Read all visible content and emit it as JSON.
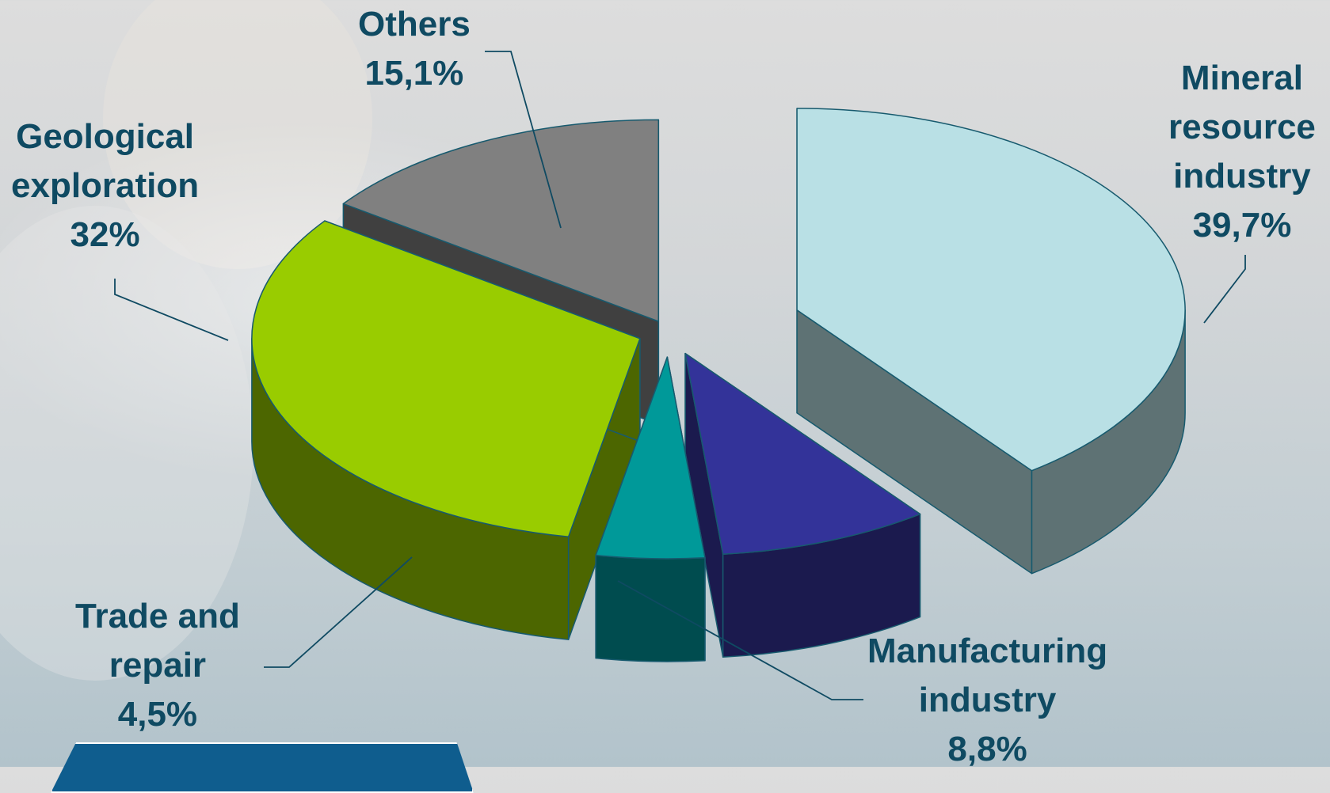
{
  "chart_data": {
    "type": "pie",
    "style": "3d-exploded",
    "slices": [
      {
        "label_lines": [
          "Mineral",
          "resource",
          "industry",
          "39,7%"
        ],
        "category": "Mineral resource industry",
        "value": 39.7,
        "display_value": "39,7%",
        "top_color": "#b9e0e5",
        "side_color": "#5e7274"
      },
      {
        "label_lines": [
          "Manufacturing",
          "industry",
          "8,8%"
        ],
        "category": "Manufacturing industry",
        "value": 8.8,
        "display_value": "8,8%",
        "top_color": "#333399",
        "side_color": "#1b1a4e"
      },
      {
        "label_lines": [
          "Trade and",
          "repair",
          "4,5%"
        ],
        "category": "Trade and repair",
        "value": 4.5,
        "display_value": "4,5%",
        "top_color": "#009999",
        "side_color": "#004c4f"
      },
      {
        "label_lines": [
          "Geological",
          "exploration",
          "32%"
        ],
        "category": "Geological exploration",
        "value": 32,
        "display_value": "32%",
        "top_color": "#99cc00",
        "side_color": "#4c6600"
      },
      {
        "label_lines": [
          "Others",
          "15,1%"
        ],
        "category": "Others",
        "value": 15.1,
        "display_value": "15,1%",
        "top_color": "#808080",
        "side_color": "#404040"
      }
    ],
    "label_color": "#0f4a62",
    "leader_line_color": "#0f4a62"
  }
}
